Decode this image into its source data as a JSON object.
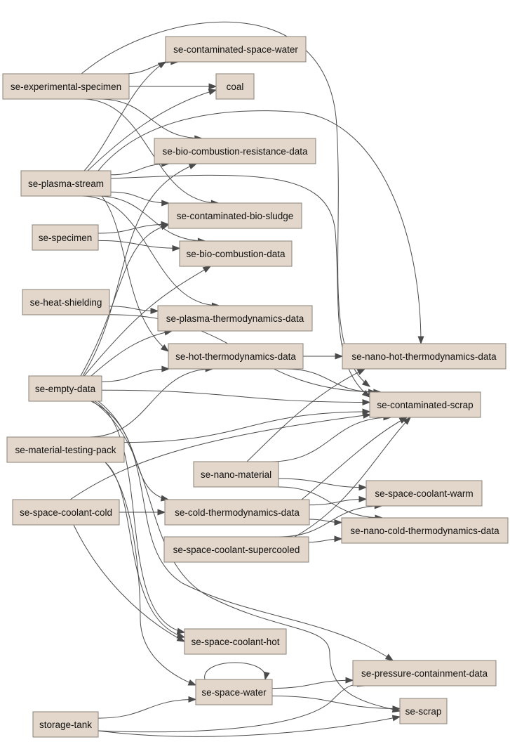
{
  "diagram": {
    "type": "directed-graph",
    "colors": {
      "node_fill": "#e3d7cb",
      "node_border": "#8a8078",
      "edge": "#4b4b4b",
      "text": "#111111",
      "background": "#ffffff"
    },
    "nodes": [
      {
        "id": "n_experimental_specimen",
        "label": "se-experimental-specimen"
      },
      {
        "id": "n_contaminated_space_water",
        "label": "se-contaminated-space-water"
      },
      {
        "id": "n_coal",
        "label": "coal"
      },
      {
        "id": "n_bio_combustion_resistance_data",
        "label": "se-bio-combustion-resistance-data"
      },
      {
        "id": "n_plasma_stream",
        "label": "se-plasma-stream"
      },
      {
        "id": "n_contaminated_bio_sludge",
        "label": "se-contaminated-bio-sludge"
      },
      {
        "id": "n_specimen",
        "label": "se-specimen"
      },
      {
        "id": "n_bio_combustion_data",
        "label": "se-bio-combustion-data"
      },
      {
        "id": "n_heat_shielding",
        "label": "se-heat-shielding"
      },
      {
        "id": "n_plasma_thermodynamics_data",
        "label": "se-plasma-thermodynamics-data"
      },
      {
        "id": "n_hot_thermodynamics_data",
        "label": "se-hot-thermodynamics-data"
      },
      {
        "id": "n_nano_hot_thermodynamics_data",
        "label": "se-nano-hot-thermodynamics-data"
      },
      {
        "id": "n_empty_data",
        "label": "se-empty-data"
      },
      {
        "id": "n_contaminated_scrap",
        "label": "se-contaminated-scrap"
      },
      {
        "id": "n_material_testing_pack",
        "label": "se-material-testing-pack"
      },
      {
        "id": "n_nano_material",
        "label": "se-nano-material"
      },
      {
        "id": "n_space_coolant_warm",
        "label": "se-space-coolant-warm"
      },
      {
        "id": "n_space_coolant_cold",
        "label": "se-space-coolant-cold"
      },
      {
        "id": "n_cold_thermodynamics_data",
        "label": "se-cold-thermodynamics-data"
      },
      {
        "id": "n_nano_cold_thermodynamics_data",
        "label": "se-nano-cold-thermodynamics-data"
      },
      {
        "id": "n_space_coolant_supercooled",
        "label": "se-space-coolant-supercooled"
      },
      {
        "id": "n_space_coolant_hot",
        "label": "se-space-coolant-hot"
      },
      {
        "id": "n_pressure_containment_data",
        "label": "se-pressure-containment-data"
      },
      {
        "id": "n_space_water",
        "label": "se-space-water"
      },
      {
        "id": "n_storage_tank",
        "label": "storage-tank"
      },
      {
        "id": "n_scrap",
        "label": "se-scrap"
      }
    ],
    "edges": [
      {
        "from": "n_experimental_specimen",
        "to": "n_contaminated_space_water"
      },
      {
        "from": "n_experimental_specimen",
        "to": "n_coal"
      },
      {
        "from": "n_experimental_specimen",
        "to": "n_bio_combustion_resistance_data"
      },
      {
        "from": "n_experimental_specimen",
        "to": "n_contaminated_bio_sludge"
      },
      {
        "from": "n_experimental_specimen",
        "to": "n_contaminated_scrap"
      },
      {
        "from": "n_plasma_stream",
        "to": "n_contaminated_space_water"
      },
      {
        "from": "n_plasma_stream",
        "to": "n_coal"
      },
      {
        "from": "n_plasma_stream",
        "to": "n_bio_combustion_resistance_data"
      },
      {
        "from": "n_plasma_stream",
        "to": "n_contaminated_bio_sludge"
      },
      {
        "from": "n_plasma_stream",
        "to": "n_bio_combustion_data"
      },
      {
        "from": "n_plasma_stream",
        "to": "n_plasma_thermodynamics_data"
      },
      {
        "from": "n_plasma_stream",
        "to": "n_hot_thermodynamics_data"
      },
      {
        "from": "n_plasma_stream",
        "to": "n_nano_hot_thermodynamics_data"
      },
      {
        "from": "n_plasma_stream",
        "to": "n_contaminated_scrap"
      },
      {
        "from": "n_specimen",
        "to": "n_contaminated_bio_sludge"
      },
      {
        "from": "n_specimen",
        "to": "n_bio_combustion_data"
      },
      {
        "from": "n_heat_shielding",
        "to": "n_plasma_thermodynamics_data"
      },
      {
        "from": "n_heat_shielding",
        "to": "n_contaminated_scrap"
      },
      {
        "from": "n_empty_data",
        "to": "n_bio_combustion_resistance_data"
      },
      {
        "from": "n_empty_data",
        "to": "n_contaminated_bio_sludge"
      },
      {
        "from": "n_empty_data",
        "to": "n_bio_combustion_data"
      },
      {
        "from": "n_empty_data",
        "to": "n_plasma_thermodynamics_data"
      },
      {
        "from": "n_empty_data",
        "to": "n_hot_thermodynamics_data"
      },
      {
        "from": "n_empty_data",
        "to": "n_contaminated_scrap"
      },
      {
        "from": "n_empty_data",
        "to": "n_cold_thermodynamics_data"
      },
      {
        "from": "n_empty_data",
        "to": "n_space_coolant_hot"
      },
      {
        "from": "n_empty_data",
        "to": "n_pressure_containment_data"
      },
      {
        "from": "n_empty_data",
        "to": "n_scrap"
      },
      {
        "from": "n_hot_thermodynamics_data",
        "to": "n_nano_hot_thermodynamics_data"
      },
      {
        "from": "n_hot_thermodynamics_data",
        "to": "n_contaminated_scrap"
      },
      {
        "from": "n_material_testing_pack",
        "to": "n_hot_thermodynamics_data"
      },
      {
        "from": "n_material_testing_pack",
        "to": "n_contaminated_scrap"
      },
      {
        "from": "n_material_testing_pack",
        "to": "n_space_coolant_hot"
      },
      {
        "from": "n_material_testing_pack",
        "to": "n_space_water"
      },
      {
        "from": "n_nano_material",
        "to": "n_nano_hot_thermodynamics_data"
      },
      {
        "from": "n_nano_material",
        "to": "n_contaminated_scrap"
      },
      {
        "from": "n_nano_material",
        "to": "n_space_coolant_warm"
      },
      {
        "from": "n_nano_material",
        "to": "n_nano_cold_thermodynamics_data"
      },
      {
        "from": "n_space_coolant_cold",
        "to": "n_cold_thermodynamics_data"
      },
      {
        "from": "n_space_coolant_cold",
        "to": "n_contaminated_scrap"
      },
      {
        "from": "n_space_coolant_cold",
        "to": "n_space_coolant_hot"
      },
      {
        "from": "n_cold_thermodynamics_data",
        "to": "n_space_coolant_warm"
      },
      {
        "from": "n_cold_thermodynamics_data",
        "to": "n_nano_cold_thermodynamics_data"
      },
      {
        "from": "n_cold_thermodynamics_data",
        "to": "n_contaminated_scrap"
      },
      {
        "from": "n_space_coolant_supercooled",
        "to": "n_space_coolant_warm"
      },
      {
        "from": "n_space_coolant_supercooled",
        "to": "n_contaminated_scrap"
      },
      {
        "from": "n_space_coolant_supercooled",
        "to": "n_nano_cold_thermodynamics_data"
      },
      {
        "from": "n_space_water",
        "to": "n_space_water"
      },
      {
        "from": "n_space_water",
        "to": "n_pressure_containment_data"
      },
      {
        "from": "n_space_water",
        "to": "n_scrap"
      },
      {
        "from": "n_storage_tank",
        "to": "n_space_water"
      },
      {
        "from": "n_storage_tank",
        "to": "n_pressure_containment_data"
      },
      {
        "from": "n_storage_tank",
        "to": "n_scrap"
      }
    ]
  }
}
